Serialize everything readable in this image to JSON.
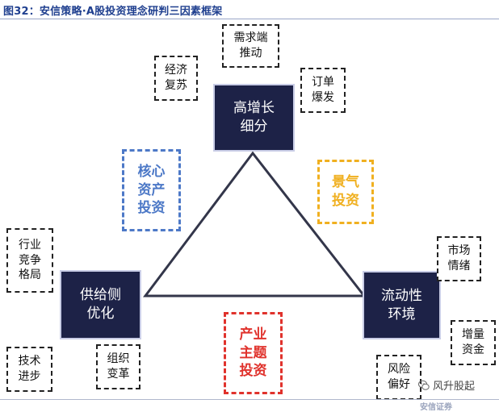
{
  "title": "图32：安信策略·A股投资理念研判三因素框架",
  "main_nodes": {
    "top": [
      "高增长",
      "细分"
    ],
    "left": [
      "供给侧",
      "优化"
    ],
    "right": [
      "流动性",
      "环境"
    ]
  },
  "factor_boxes": {
    "core_assets": [
      "核心",
      "资产",
      "投资"
    ],
    "boom": [
      "景气",
      "投资"
    ],
    "industry": [
      "产业",
      "主题",
      "投资"
    ]
  },
  "notes": {
    "demand": [
      "需求端",
      "推动"
    ],
    "economy": [
      "经济",
      "复苏"
    ],
    "orders": [
      "订单",
      "爆发"
    ],
    "competition": [
      "行业",
      "竞争",
      "格局"
    ],
    "technology": [
      "技术",
      "进步"
    ],
    "organization": [
      "组织",
      "变革"
    ],
    "market": [
      "市场",
      "情绪"
    ],
    "capital": [
      "增量",
      "资金"
    ],
    "risk": [
      "风险",
      "偏好"
    ]
  },
  "watermark": {
    "text": "风升股起",
    "icon": "wechat-icon"
  },
  "footer": {
    "logo_text": "安信证券"
  },
  "colors": {
    "title": "#1f3f8f",
    "main_fill": "#1d2247",
    "blue": "#4d79c7",
    "orange": "#f0b020",
    "red": "#e0322c"
  }
}
